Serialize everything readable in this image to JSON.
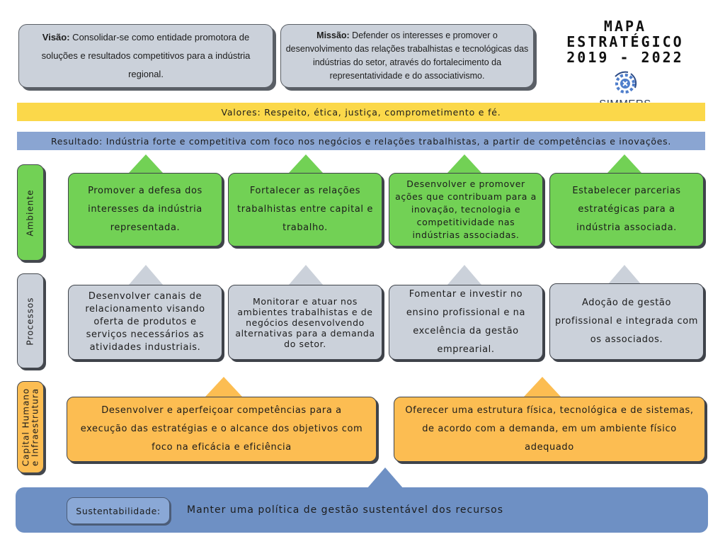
{
  "visao": {
    "label": "Visão:",
    "text": " Consolidar-se como entidade promotora de soluções e resultados competitivos para a indústria regional."
  },
  "missao": {
    "label": "Missão:",
    "text": " Defender os interesses e promover o desenvolvimento das relações trabalhistas e tecnológicas das indústrias do setor, através do fortalecimento da representatividade e do associativismo."
  },
  "title": {
    "line1": "MAPA ESTRATÉGICO",
    "line2": "2019 - 2022",
    "logo_text": "SIMMERS"
  },
  "valores": "Valores: Respeito, ética, justiça, comprometimento e fé.",
  "resultado": "Resultado: Indústria forte e competitiva com foco nos negócios e relações trabalhistas, a partir de competências e inovações.",
  "ambiente": {
    "label": "Ambiente",
    "cards": [
      "Promover a defesa dos interesses da indústria representada.",
      "Fortalecer as relações trabalhistas entre capital e trabalho.",
      "Desenvolver e promover ações que contribuam para a inovação, tecnologia e competitividade nas indústrias associadas.",
      "Estabelecer parcerias estratégicas para a indústria associada."
    ]
  },
  "processos": {
    "label": "Processos",
    "cards": [
      "Desenvolver canais de relacionamento visando oferta de produtos e serviços necessários as atividades industriais.",
      "Monitorar e atuar nos ambientes trabalhistas e de negócios desenvolvendo alternativas para a demanda do setor.",
      "Fomentar e investir no ensino profissional e na excelência da gestão emprearial.",
      "Adoção de gestão profissional e integrada com os associados."
    ]
  },
  "capital": {
    "label_line1": "Capital Humano",
    "label_line2": "e Infraestrutura",
    "cards": [
      "Desenvolver e aperfeiçoar competências para a execução das estratégias e o alcance dos objetivos com foco na eficácia e eficiência",
      "Oferecer uma estrutura física, tecnológica e de sistemas, de acordo com a demanda, em um ambiente físico adequado"
    ]
  },
  "sustentabilidade": {
    "label": "Sustentabilidade:",
    "text": "Manter uma política de gestão sustentável dos recursos"
  },
  "colors": {
    "green": "#72d155",
    "gray": "#cbd1da",
    "orange": "#fcbd52",
    "yellow": "#fbd84a",
    "blue": "#8aa5d2",
    "navy": "#6e90c4"
  },
  "icons": [
    "gear-logo-icon"
  ]
}
